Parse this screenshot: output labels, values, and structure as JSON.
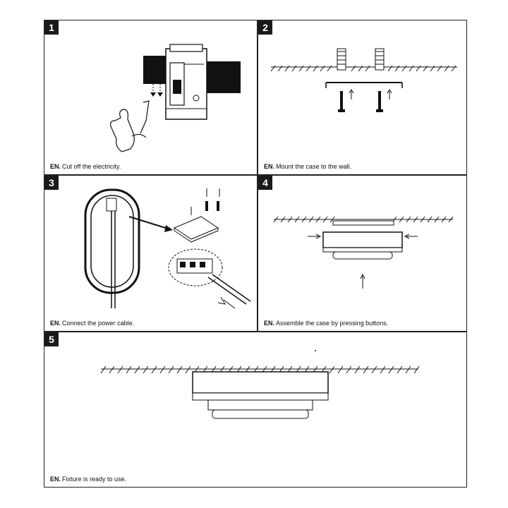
{
  "steps": [
    {
      "number": "1",
      "lang": "EN.",
      "text": "Cut off the electricity."
    },
    {
      "number": "2",
      "lang": "EN.",
      "text": "Mount the case to the wall."
    },
    {
      "number": "3",
      "lang": "EN.",
      "text": "Connect the power cable."
    },
    {
      "number": "4",
      "lang": "EN.",
      "text": "Assemble the case by pressing buttons."
    },
    {
      "number": "5",
      "lang": "EN.",
      "text": "Fixture is ready to use."
    }
  ]
}
